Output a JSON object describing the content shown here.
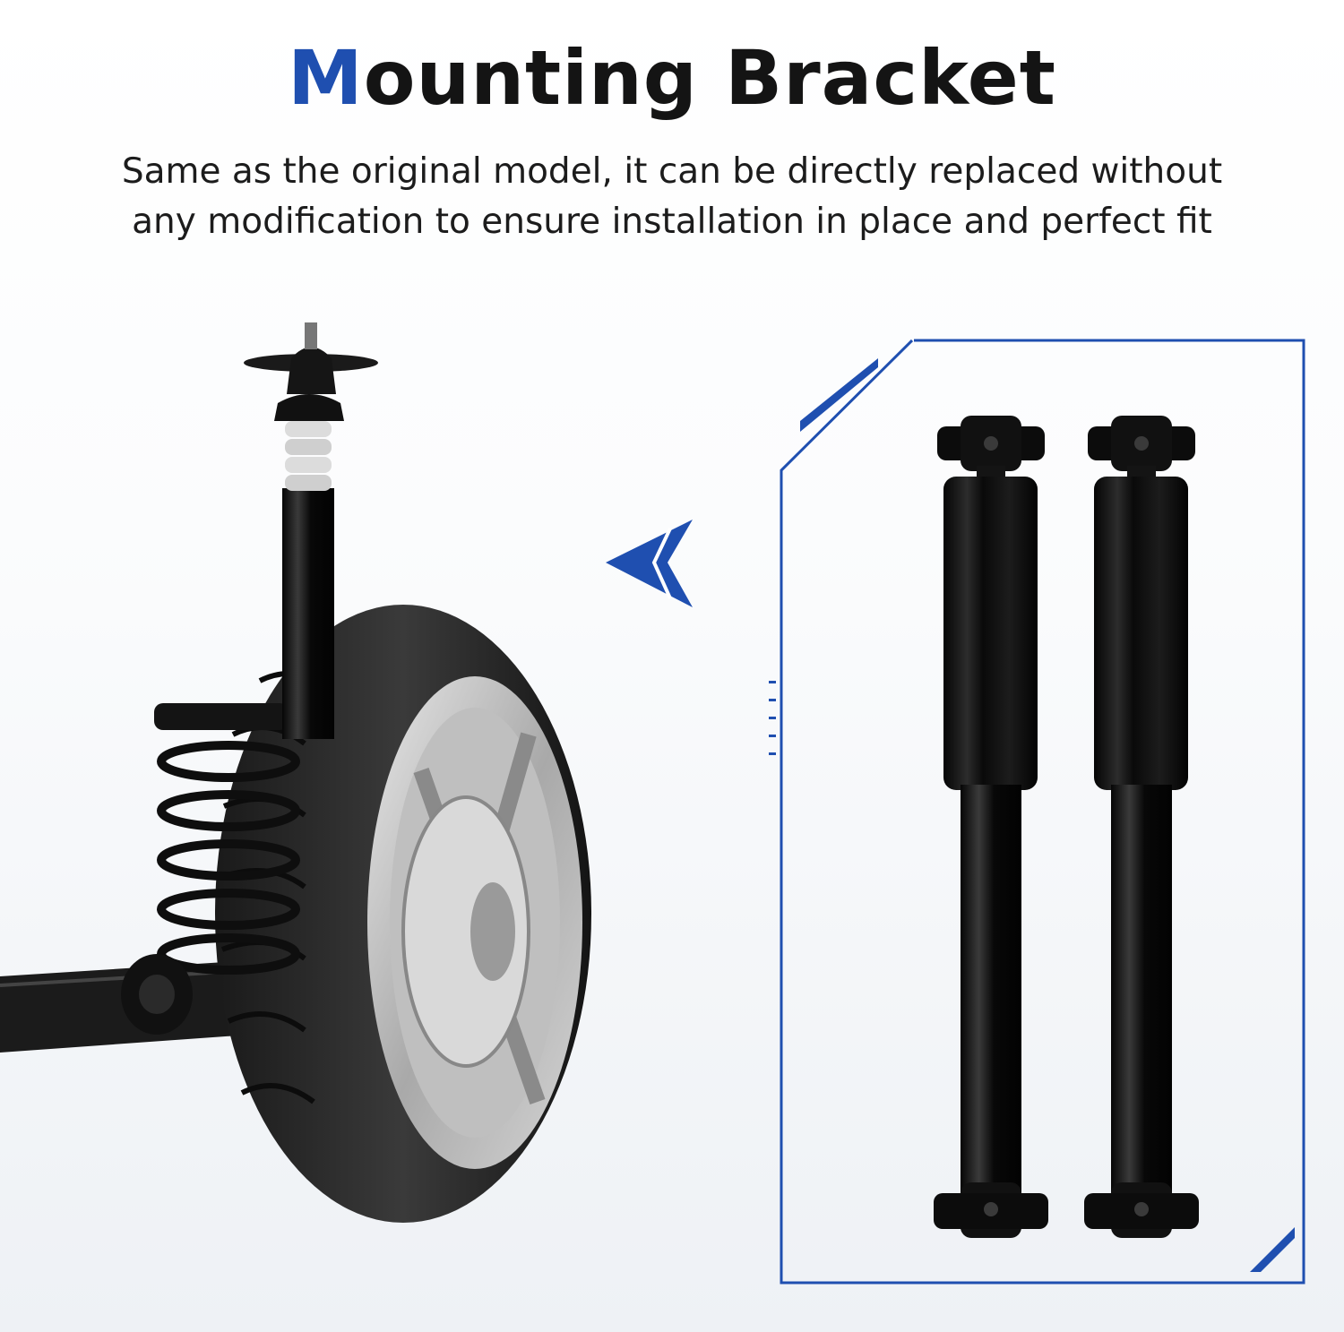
{
  "header": {
    "title_first": "M",
    "title_rest": "ounting Bracket",
    "subtitle_line1": "Same as the original model, it can be directly replaced without",
    "subtitle_line2": "any modification to ensure installation in place and perfect fit"
  },
  "colors": {
    "accent": "#1f4fb0",
    "text": "#141414",
    "product": "#0b0b0b"
  },
  "illustration": {
    "left_image": "suspension-assembly-with-tire",
    "right_image": "pair-of-shock-absorbers",
    "pointer": "chevron-left-icon"
  }
}
